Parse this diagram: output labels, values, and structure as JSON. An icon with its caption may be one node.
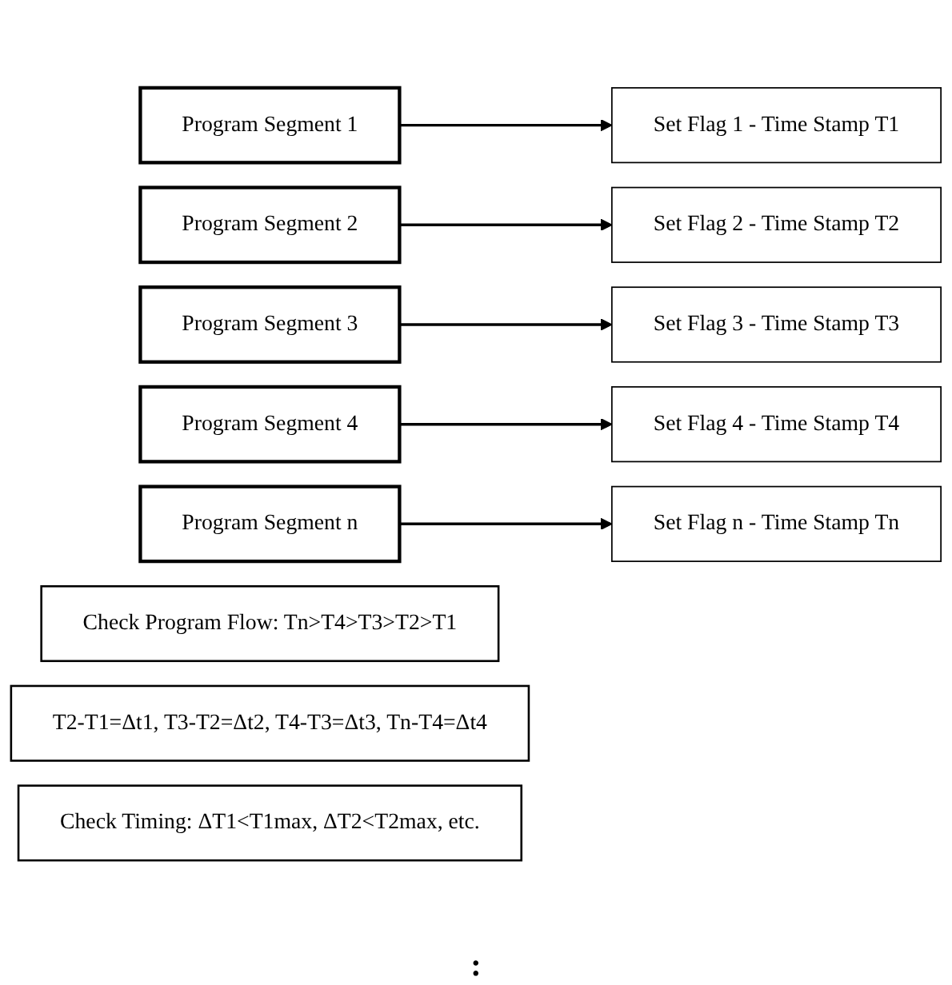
{
  "diagram": {
    "nodes": [
      {
        "text": [
          "Program Segment 1"
        ]
      },
      {
        "text": [
          "Set Flag 1 - Time Stamp T1"
        ]
      },
      {
        "text": [
          "Program Segment 2"
        ]
      },
      {
        "text": [
          "Set Flag 2 - Time Stamp T2"
        ]
      },
      {
        "text": [
          "Program Segment 3"
        ]
      },
      {
        "text": [
          "Set Flag 3 - Time Stamp T3"
        ]
      },
      {
        "text": [
          "Program Segment 4"
        ]
      },
      {
        "text": [
          "Set Flag 4 - Time Stamp T4"
        ]
      },
      {
        "text": [
          "Program Segment n"
        ]
      },
      {
        "text": [
          "Set Flag n - Time Stamp Tn"
        ]
      },
      {
        "text": [
          "Check Program Flow: Tn>T4>T3>T2>T1"
        ]
      },
      {
        "text": [
          "T2-T1=Δt1, T3-T2=Δt2, T4-T3=Δt3, Tn-T4=Δt4"
        ]
      },
      {
        "text": [
          "Check Timing: ΔT1<T1max, ΔT2<T2max, etc."
        ]
      }
    ],
    "edges": [
      {
        "from": 0,
        "to": 1,
        "arrow": "to"
      },
      {
        "from": 2,
        "to": 3,
        "arrow": "to"
      },
      {
        "from": 4,
        "to": 5,
        "arrow": "to"
      },
      {
        "from": 6,
        "to": 7,
        "arrow": "to"
      },
      {
        "from": 8,
        "to": 9,
        "arrow": "to"
      }
    ],
    "labels": [
      ":"
    ]
  }
}
